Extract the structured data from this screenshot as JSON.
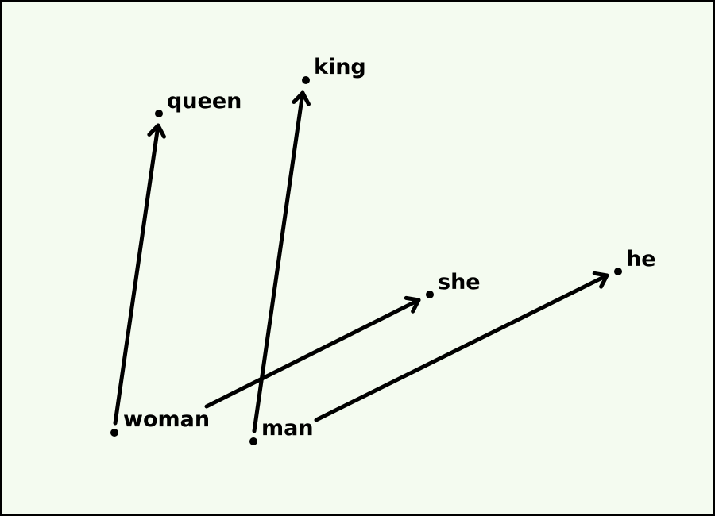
{
  "colors": {
    "background": "#f4fbf0",
    "ink": "#000000",
    "border": "#000000"
  },
  "words": [
    {
      "id": "queen",
      "label": "queen"
    },
    {
      "id": "king",
      "label": "king"
    },
    {
      "id": "she",
      "label": "she"
    },
    {
      "id": "he",
      "label": "he"
    },
    {
      "id": "woman",
      "label": "woman"
    },
    {
      "id": "man",
      "label": "man"
    }
  ],
  "arrows": [
    {
      "from": "woman",
      "to": "queen"
    },
    {
      "from": "man",
      "to": "king"
    },
    {
      "from": "woman",
      "to": "she"
    },
    {
      "from": "man",
      "to": "he"
    }
  ]
}
